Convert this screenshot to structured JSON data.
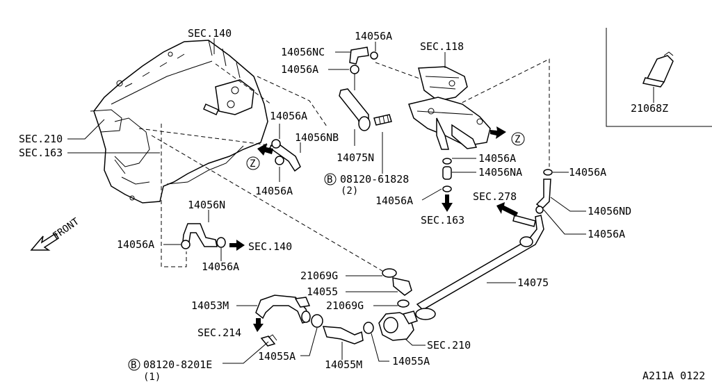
{
  "diagram": {
    "labels": {
      "sec140_top": "SEC.140",
      "p14056A_top": "14056A",
      "p14056NC": "14056NC",
      "p14056A_b": "14056A",
      "sec118": "SEC.118",
      "sec210_left": "SEC.210",
      "sec163_left": "SEC.163",
      "p14056A_c": "14056A",
      "p14056NB": "14056NB",
      "z_left": "Z",
      "p14056A_d": "14056A",
      "p14075N": "14075N",
      "bolt1_code": "08120-61828",
      "bolt1_qty": "(2)",
      "p14056A_e": "14056A",
      "p14056NA": "14056NA",
      "p14056A_f": "14056A",
      "sec163_bottom": "SEC.163",
      "z_right": "Z",
      "p14056A_g": "14056A",
      "sec278": "SEC.278",
      "p14056ND": "14056ND",
      "p14056A_h": "14056A",
      "p21068Z": "21068Z",
      "front": "FRONT",
      "p14056N": "14056N",
      "p14056A_i": "14056A",
      "sec140_mid": "SEC.140",
      "p14056A_j": "14056A",
      "p21069G_a": "21069G",
      "p14055": "14055",
      "p14075": "14075",
      "p21069G_b": "21069G",
      "p14053M": "14053M",
      "sec214": "SEC.214",
      "bolt2_code": "08120-8201E",
      "bolt2_qty": "(1)",
      "p14055A_a": "14055A",
      "p14055M": "14055M",
      "p14055A_b": "14055A",
      "sec210_bottom": "SEC.210",
      "bolt_symbol": "B",
      "ref_code": "A211A 0122"
    }
  }
}
